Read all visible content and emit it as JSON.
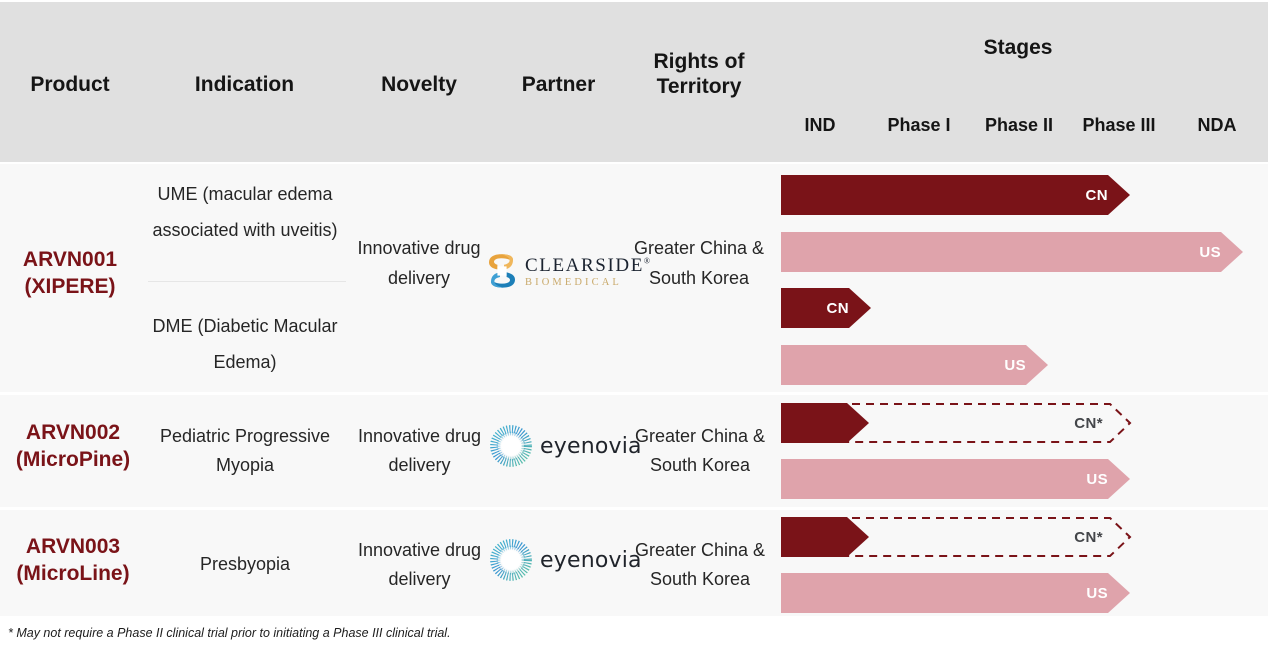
{
  "header": {
    "columns": [
      {
        "id": "product",
        "label": "Product"
      },
      {
        "id": "indication",
        "label": "Indication"
      },
      {
        "id": "novelty",
        "label": "Novelty"
      },
      {
        "id": "partner",
        "label": "Partner"
      },
      {
        "id": "territory",
        "label": "Rights of\nTerritory"
      }
    ],
    "stages_title": "Stages",
    "stages": [
      "IND",
      "Phase I",
      "Phase II",
      "Phase III",
      "NDA"
    ]
  },
  "rows": [
    {
      "product": "ARVN001\n(XIPERE)",
      "indications": [
        "UME (macular edema associated with uveitis)",
        "DME (Diabetic Macular Edema)"
      ],
      "novelty": "Innovative drug delivery",
      "partner": {
        "name": "CLEARSIDE",
        "sub": "BIOMEDICAL",
        "logo": "clearside-logo"
      },
      "territory": "Greater China & South Korea",
      "bars": [
        {
          "label": "CN",
          "style": "solid-dark",
          "progress": 0.72
        },
        {
          "label": "US",
          "style": "solid-light",
          "progress": 0.95
        },
        {
          "label": "CN",
          "style": "solid-dark",
          "progress": 0.2
        },
        {
          "label": "US",
          "style": "solid-light",
          "progress": 0.54
        }
      ]
    },
    {
      "product": "ARVN002\n(MicroPine)",
      "indications": [
        "Pediatric Progressive Myopia"
      ],
      "novelty": "Innovative drug delivery",
      "partner": {
        "name": "eyenovia",
        "sub": "",
        "logo": "eyenovia-logo"
      },
      "territory": "Greater China & South Korea",
      "bars": [
        {
          "label": "CN*",
          "style": "dashed-dark",
          "progress": 0.72,
          "solid_progress": 0.245
        },
        {
          "label": "US",
          "style": "solid-light",
          "progress": 0.72
        }
      ]
    },
    {
      "product": "ARVN003\n(MicroLine)",
      "indications": [
        "Presbyopia"
      ],
      "novelty": "Innovative drug delivery",
      "partner": {
        "name": "eyenovia",
        "sub": "",
        "logo": "eyenovia-logo"
      },
      "territory": "Greater China & South Korea",
      "bars": [
        {
          "label": "CN*",
          "style": "dashed-dark",
          "progress": 0.72,
          "solid_progress": 0.245
        },
        {
          "label": "US",
          "style": "solid-light",
          "progress": 0.72
        }
      ]
    }
  ],
  "footnote": "* May not require a Phase II clinical trial prior to initiating a Phase III clinical trial.",
  "colors": {
    "dark_red": "#7A1318",
    "light_pink": "#DFA3AB",
    "header_bg": "#E0E0E0",
    "body_bg": "#F8F8F8",
    "product_text": "#7A1318"
  }
}
